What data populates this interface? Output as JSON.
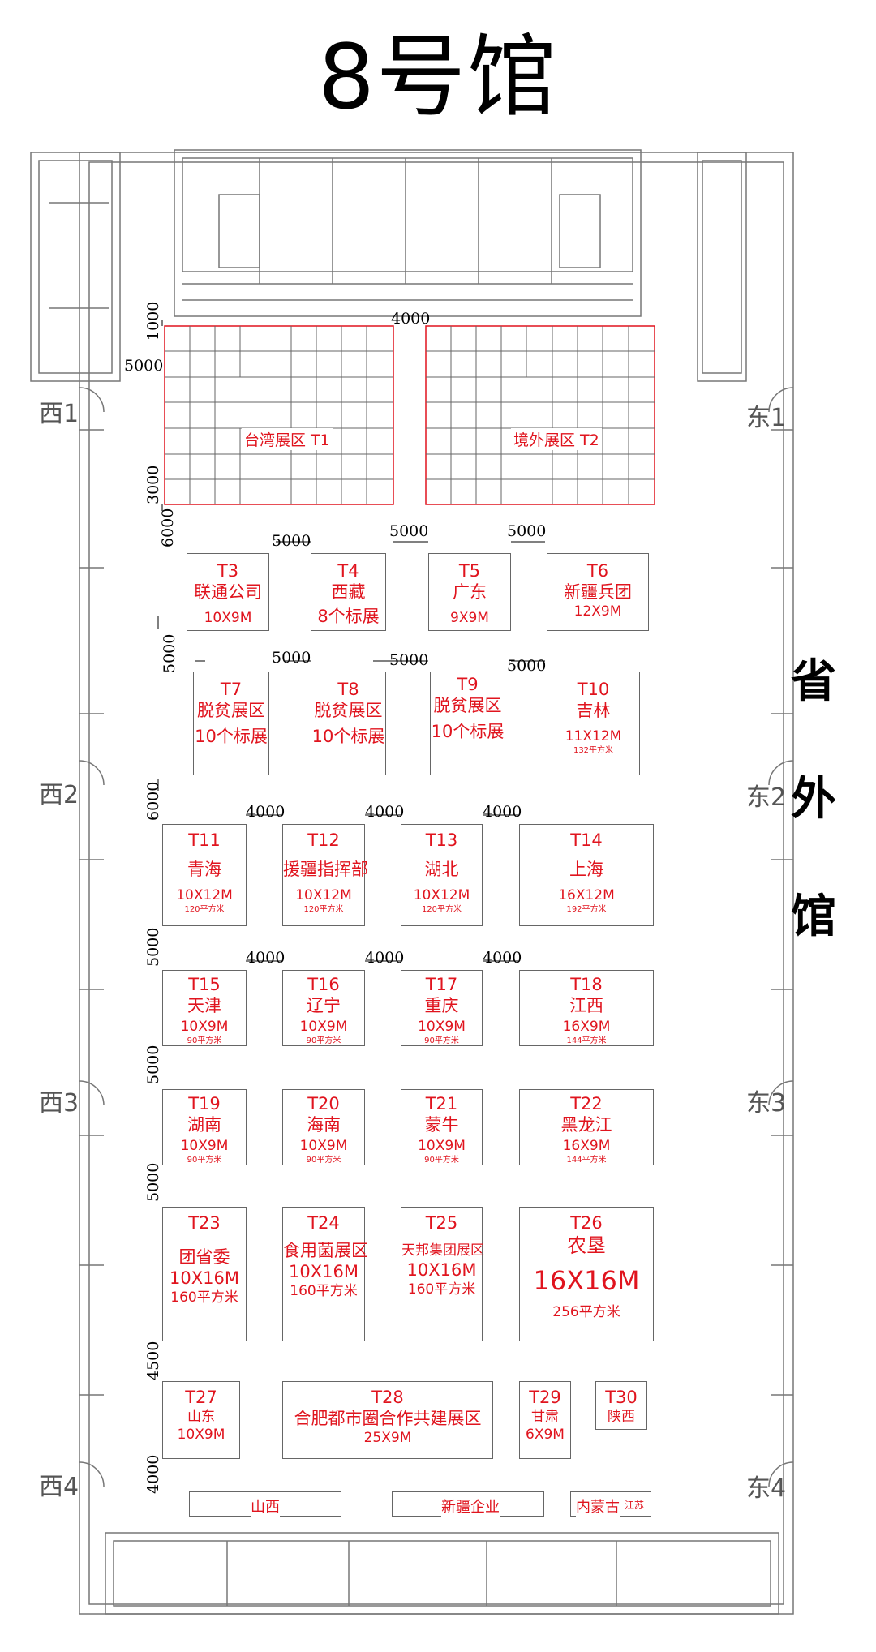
{
  "title": "8号馆",
  "side_label": [
    "省",
    "外",
    "馆"
  ],
  "entrances": {
    "west": [
      "西1",
      "西2",
      "西3",
      "西4"
    ],
    "east": [
      "东1",
      "东2",
      "东3",
      "东4"
    ]
  },
  "dimensions": {
    "top_gap": "4000",
    "top_left_v": "1000",
    "left_gap": "5000",
    "zone_h": "3000",
    "gap_6000_a": "6000",
    "row1_gaps": [
      "5000",
      "5000",
      "5000"
    ],
    "row2_v": "5000",
    "row2_gaps": [
      "5000",
      "5000",
      "5000"
    ],
    "gap_6000_b": "6000",
    "row3_gaps": [
      "4000",
      "4000",
      "4000"
    ],
    "row4_v": "5000",
    "row4_gaps": [
      "4000",
      "4000",
      "4000"
    ],
    "row5_v": "5000",
    "row6_v": "5000",
    "row7_v": "4500",
    "row8_v": "4000"
  },
  "zones": {
    "t1": "台湾展区 T1",
    "t2": "境外展区 T2"
  },
  "booths": {
    "t3": {
      "id": "T3",
      "name": "联通公司",
      "size": "10X9M"
    },
    "t4": {
      "id": "T4",
      "name": "西藏",
      "note": "8个标展"
    },
    "t5": {
      "id": "T5",
      "name": "广东",
      "size": "9X9M"
    },
    "t6": {
      "id": "T6",
      "name": "新疆兵团",
      "size": "12X9M"
    },
    "t7": {
      "id": "T7",
      "name": "脱贫展区",
      "note": "10个标展"
    },
    "t8": {
      "id": "T8",
      "name": "脱贫展区",
      "note": "10个标展"
    },
    "t9": {
      "id": "T9",
      "name": "脱贫展区",
      "note": "10个标展"
    },
    "t10": {
      "id": "T10",
      "name": "吉林",
      "size": "11X12M",
      "area": "132平方米"
    },
    "t11": {
      "id": "T11",
      "name": "青海",
      "size": "10X12M",
      "area": "120平方米"
    },
    "t12": {
      "id": "T12",
      "name": "援疆指挥部",
      "size": "10X12M",
      "area": "120平方米"
    },
    "t13": {
      "id": "T13",
      "name": "湖北",
      "size": "10X12M",
      "area": "120平方米"
    },
    "t14": {
      "id": "T14",
      "name": "上海",
      "size": "16X12M",
      "area": "192平方米"
    },
    "t15": {
      "id": "T15",
      "name": "天津",
      "size": "10X9M",
      "area": "90平方米"
    },
    "t16": {
      "id": "T16",
      "name": "辽宁",
      "size": "10X9M",
      "area": "90平方米"
    },
    "t17": {
      "id": "T17",
      "name": "重庆",
      "size": "10X9M",
      "area": "90平方米"
    },
    "t18": {
      "id": "T18",
      "name": "江西",
      "size": "16X9M",
      "area": "144平方米"
    },
    "t19": {
      "id": "T19",
      "name": "湖南",
      "size": "10X9M",
      "area": "90平方米"
    },
    "t20": {
      "id": "T20",
      "name": "海南",
      "size": "10X9M",
      "area": "90平方米"
    },
    "t21": {
      "id": "T21",
      "name": "蒙牛",
      "size": "10X9M",
      "area": "90平方米"
    },
    "t22": {
      "id": "T22",
      "name": "黑龙江",
      "size": "16X9M",
      "area": "144平方米"
    },
    "t23": {
      "id": "T23",
      "name": "团省委",
      "size": "10X16M",
      "area": "160平方米"
    },
    "t24": {
      "id": "T24",
      "name": "食用菌展区",
      "size": "10X16M",
      "area": "160平方米"
    },
    "t25": {
      "id": "T25",
      "name": "天邦集团展区",
      "size": "10X16M",
      "area": "160平方米"
    },
    "t26": {
      "id": "T26",
      "name": "农垦",
      "size": "16X16M",
      "area": "256平方米"
    },
    "t27": {
      "id": "T27",
      "name": "山东",
      "size": "10X9M"
    },
    "t28": {
      "id": "T28",
      "name": "合肥都市圈合作共建展区",
      "size": "25X9M"
    },
    "t29": {
      "id": "T29",
      "name": "甘肃",
      "size": "6X9M"
    },
    "t30": {
      "id": "T30",
      "name": "陕西"
    }
  },
  "strips": {
    "shanxi": "山西",
    "xinjiang": "新疆企业",
    "neimenggu": "内蒙古",
    "jiangsu": "江苏"
  },
  "colors": {
    "booth_text": "#e0141e",
    "zone_outline": "#e0141e",
    "wall": "#777777"
  }
}
